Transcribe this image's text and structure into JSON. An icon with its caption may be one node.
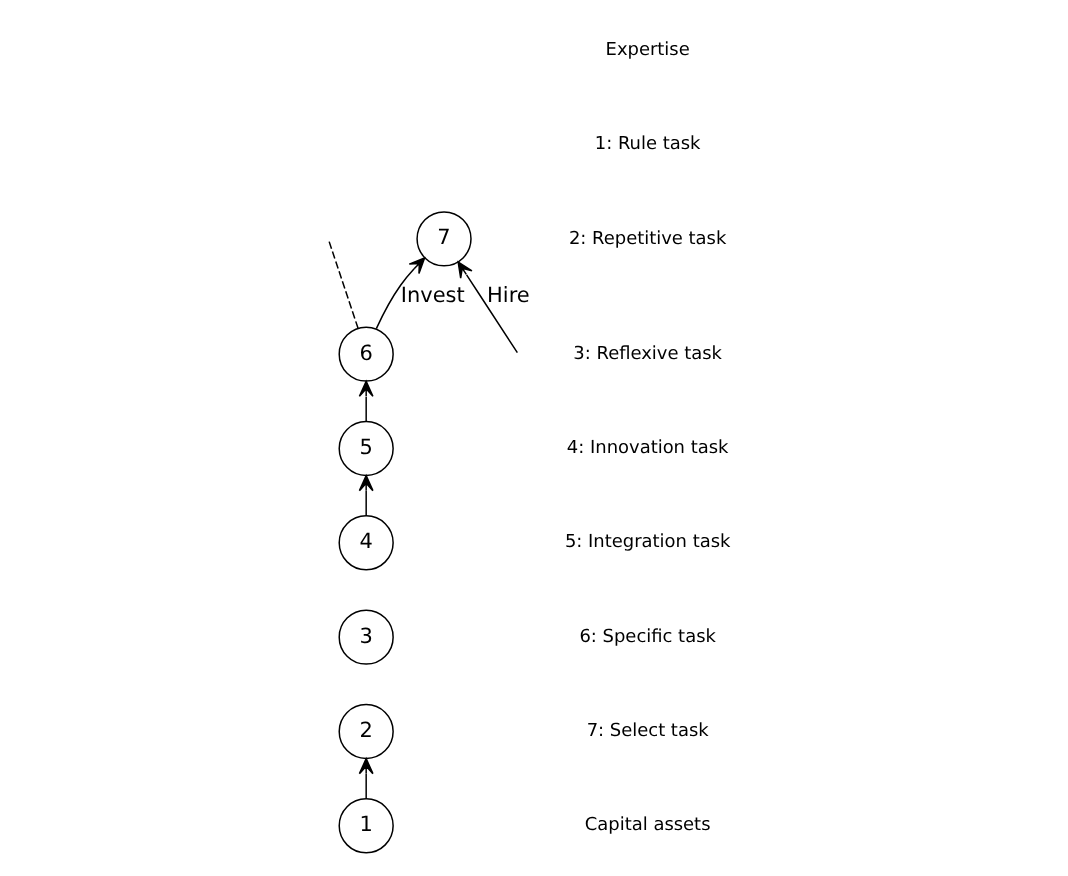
{
  "diagram": {
    "nodes": [
      {
        "text": [
          "1"
        ]
      },
      {
        "text": [
          "2"
        ]
      },
      {
        "text": [
          "3"
        ]
      },
      {
        "text": [
          "4"
        ]
      },
      {
        "text": [
          "5"
        ]
      },
      {
        "text": [
          "6"
        ]
      },
      {
        "text": [
          "7"
        ]
      }
    ],
    "edges": [
      {
        "from": 0,
        "to": 1,
        "arrow": "to"
      },
      {
        "from": 3,
        "to": 4,
        "arrow": "to"
      },
      {
        "from": 4,
        "to": 5,
        "arrow": "to"
      },
      {
        "from": 5,
        "to": 6,
        "arrow": "to",
        "label": "Invest"
      },
      {
        "from": 5,
        "to": null,
        "arrow": "none",
        "style": "dashed"
      },
      {
        "from": null,
        "to": 6,
        "arrow": "to",
        "label": "Hire"
      }
    ],
    "labels": [
      "Expertise",
      "1: Rule task",
      "2: Repetitive task",
      "3: Reflexive task",
      "4: Innovation task",
      "5: Integration task",
      "6: Specific task",
      "7: Select task",
      "Capital assets"
    ]
  }
}
